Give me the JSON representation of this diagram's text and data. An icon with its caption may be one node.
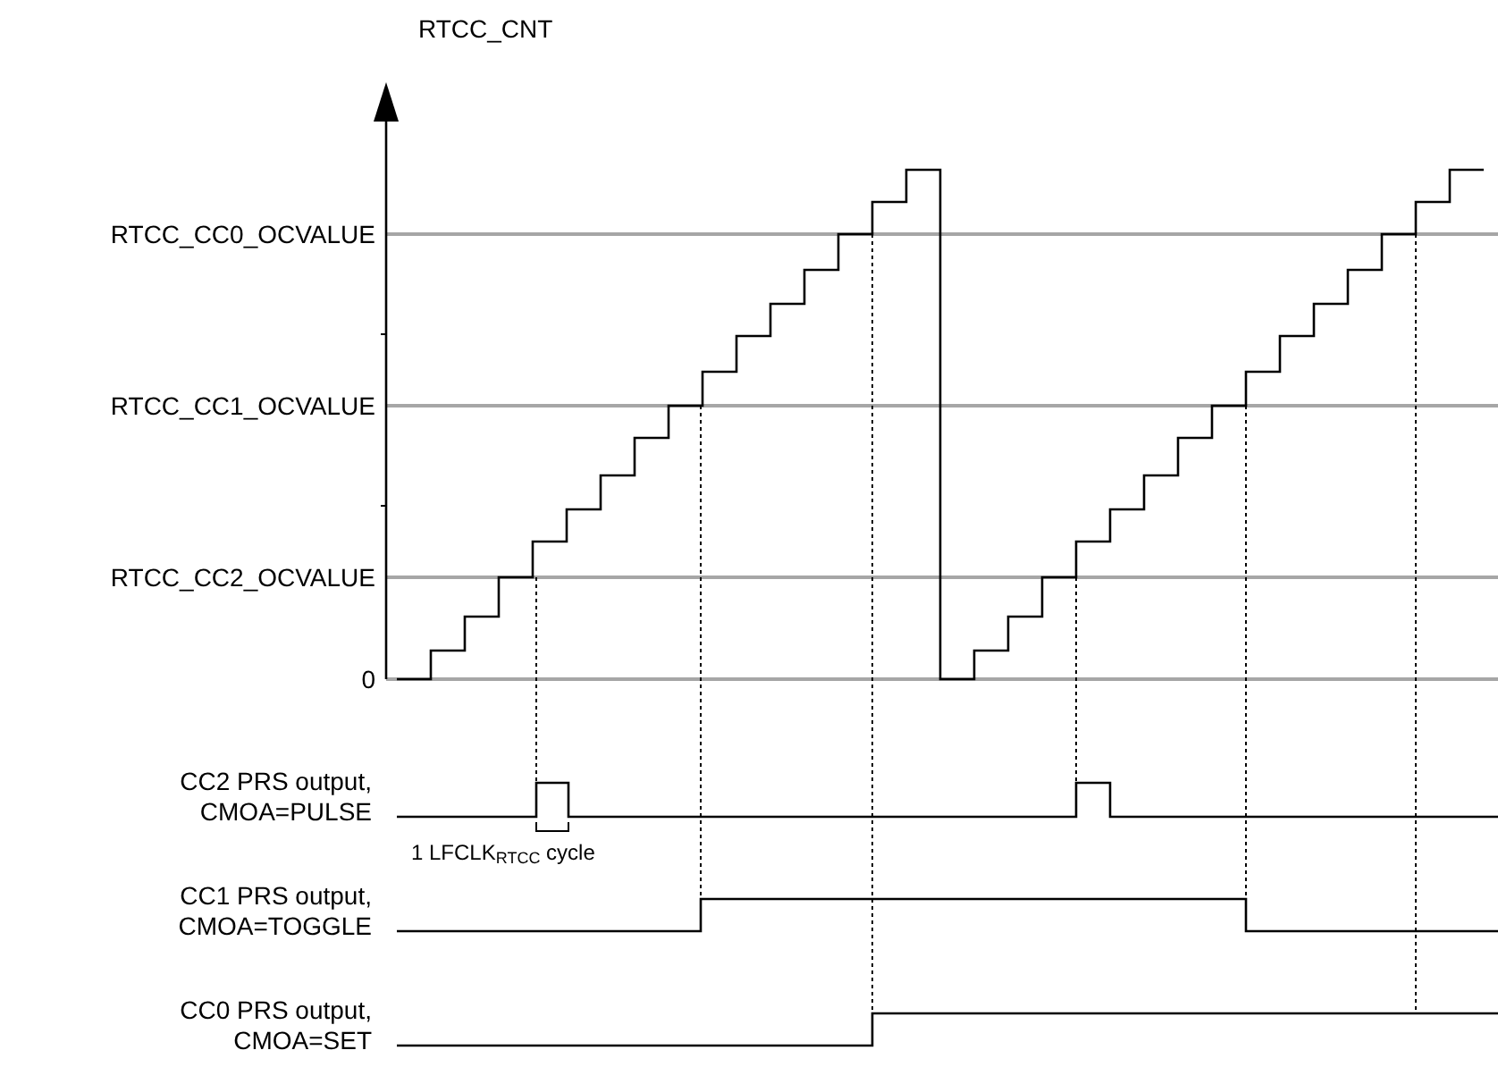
{
  "diagram": {
    "labels": [
      "RTCC_CNT",
      "RTCC_CC0_OCVALUE",
      "RTCC_CC1_OCVALUE",
      "RTCC_CC2_OCVALUE",
      "0",
      "CC2 PRS output, CMOA=PULSE",
      "1 LFCLK$_{RTCC}$ cycle",
      "CC1 PRS output, CMOA=TOGGLE",
      "CC0 PRS output, CMOA=SET"
    ]
  }
}
